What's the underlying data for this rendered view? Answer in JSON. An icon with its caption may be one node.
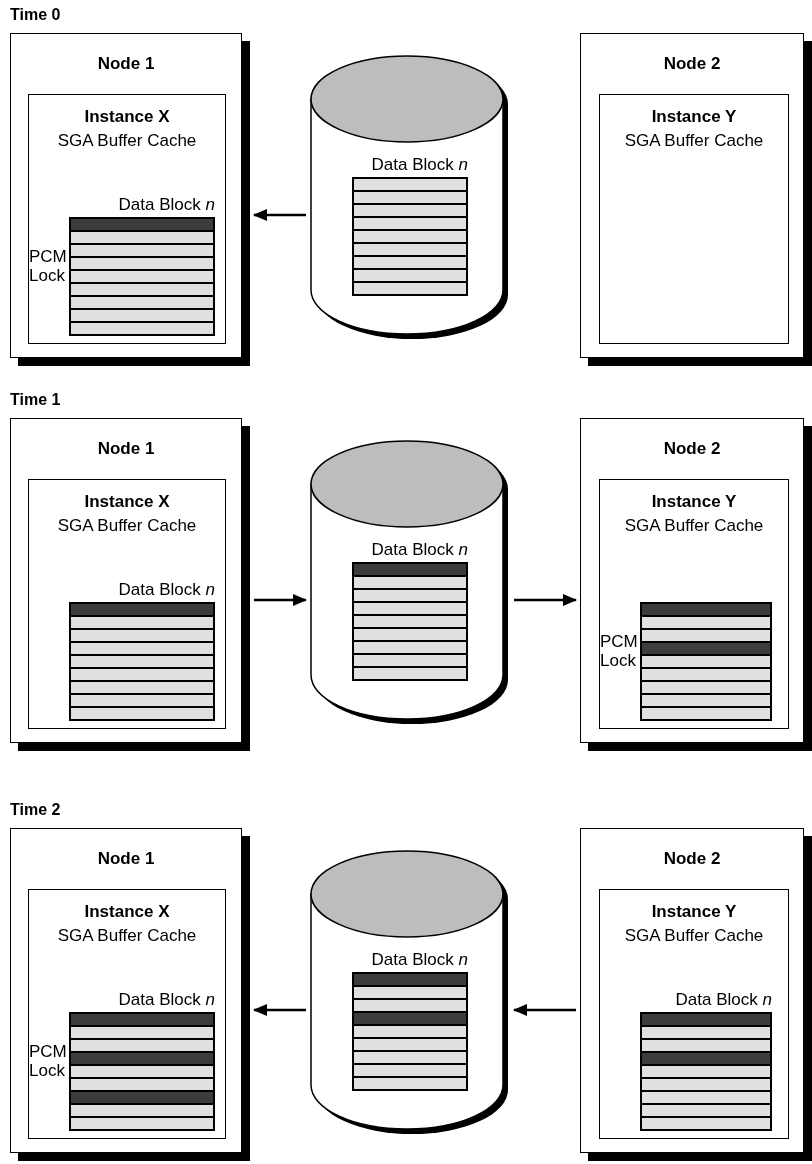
{
  "diagram": {
    "nodes": [
      {
        "text": [
          "Node 1"
        ]
      },
      {
        "text": [
          "Instance X",
          "SGA Buffer Cache"
        ],
        "in": 0
      },
      {
        "text": [
          "Data Block *n*"
        ],
        "in": 1,
        "beside": [
          "PCM Lock"
        ]
      },
      {
        "text": [],
        "shape": "cylinder"
      },
      {
        "text": [
          "Data Block *n*"
        ],
        "in": 3
      },
      {
        "text": [
          "Node 2"
        ]
      },
      {
        "text": [
          "Instance Y",
          "SGA Buffer Cache"
        ],
        "in": 5
      },
      {
        "text": [
          "Node 1"
        ]
      },
      {
        "text": [
          "Instance X",
          "SGA Buffer Cache"
        ],
        "in": 7
      },
      {
        "text": [
          "Data Block *n*"
        ],
        "in": 8
      },
      {
        "text": [],
        "shape": "cylinder"
      },
      {
        "text": [
          "Data Block *n*"
        ],
        "in": 10
      },
      {
        "text": [
          "Node 2"
        ]
      },
      {
        "text": [
          "Instance Y",
          "SGA Buffer Cache"
        ],
        "in": 12
      },
      {
        "text": [],
        "shape": "box",
        "in": 13,
        "beside": [
          "PCM Lock"
        ]
      },
      {
        "text": [
          "Node 1"
        ]
      },
      {
        "text": [
          "Instance X",
          "SGA Buffer Cache"
        ],
        "in": 15
      },
      {
        "text": [
          "Data Block *n*"
        ],
        "in": 16,
        "beside": [
          "PCM Lock"
        ]
      },
      {
        "text": [],
        "shape": "cylinder"
      },
      {
        "text": [
          "Data Block *n*"
        ],
        "in": 18
      },
      {
        "text": [
          "Node 2"
        ]
      },
      {
        "text": [
          "Instance Y",
          "SGA Buffer Cache"
        ],
        "in": 20
      },
      {
        "text": [
          "Data Block *n*"
        ],
        "in": 21
      }
    ],
    "edges": [
      {
        "from": 3,
        "to": 0,
        "arrow": "to"
      },
      {
        "from": 7,
        "to": 10,
        "arrow": "to"
      },
      {
        "from": 10,
        "to": 12,
        "arrow": "to"
      },
      {
        "from": 18,
        "to": 15,
        "arrow": "to"
      },
      {
        "from": 20,
        "to": 18,
        "arrow": "to"
      }
    ],
    "labels": [
      "Time 0",
      "Time 1",
      "Time 2"
    ]
  }
}
